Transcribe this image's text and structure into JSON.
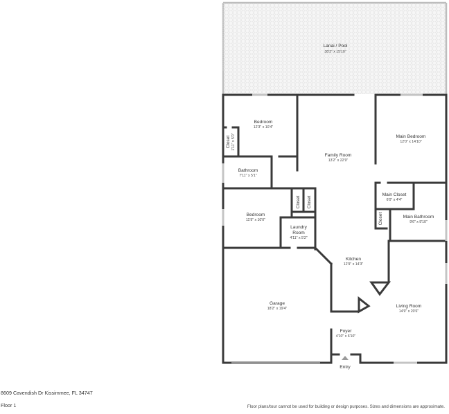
{
  "property": {
    "address": "8609 Cavendish Dr Kissimmee, FL 34747",
    "floor": "Floor 1",
    "disclaimer": "Floor plans/tour cannot be used for building or design purposes. Sizes and dimensions are approximate."
  },
  "rooms": {
    "lanai": {
      "name": "Lanai / Pool",
      "dims": "38'3\" x 15'10\""
    },
    "bedroom1": {
      "name": "Bedroom",
      "dims": "12'3\" x 10'4\""
    },
    "closet1": {
      "name": "Closet",
      "dims": "1'11\" x 5'0\""
    },
    "family": {
      "name": "Family Room",
      "dims": "13'2\" x 22'9\""
    },
    "main_bedroom": {
      "name": "Main Bedroom",
      "dims": "12'0\" x 14'10\""
    },
    "bathroom": {
      "name": "Bathroom",
      "dims": "7'11\" x 5'1\""
    },
    "main_closet": {
      "name": "Main Closet",
      "dims": "6'0\" x 4'4\""
    },
    "closet2": {
      "name": "Closet"
    },
    "closet3": {
      "name": "Closet"
    },
    "bedroom2": {
      "name": "Bedroom",
      "dims": "11'9\" x 10'0\""
    },
    "closet4": {
      "name": "Closet"
    },
    "main_bathroom": {
      "name": "Main Bathroom",
      "dims": "9'6\" x 9'10\""
    },
    "laundry": {
      "name": "Laundry",
      "name2": "Room",
      "dims": "4'11\" x 5'2\""
    },
    "kitchen": {
      "name": "Kitchen",
      "dims": "12'9\" x 14'3\""
    },
    "garage": {
      "name": "Garage",
      "dims": "18'2\" x 19'4\""
    },
    "living": {
      "name": "Living Room",
      "dims": "14'9\" x 20'6\""
    },
    "foyer": {
      "name": "Foyer",
      "dims": "4'10\" x 6'10\""
    },
    "entry": {
      "name": "Entry"
    }
  },
  "colors": {
    "wall": "#3a3a3a",
    "window": "#c4c4c4",
    "lanai_fill": "#f4f4f4"
  }
}
